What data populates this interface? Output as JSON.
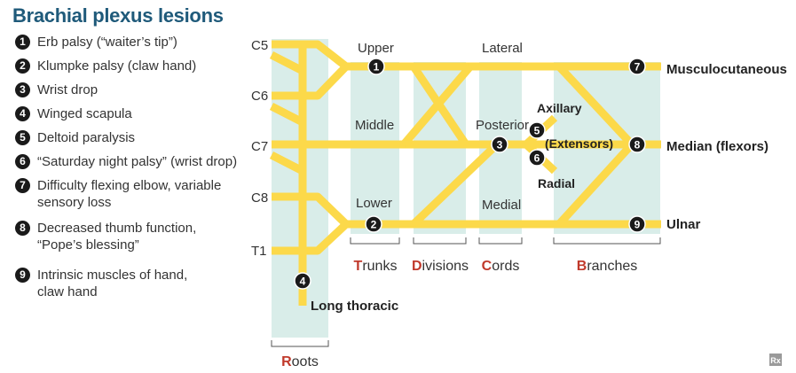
{
  "title": "Brachial plexus lesions",
  "legend": [
    {
      "num": "1",
      "text": "Erb palsy (“waiter’s tip”)"
    },
    {
      "num": "2",
      "text": "Klumpke palsy (claw hand)"
    },
    {
      "num": "3",
      "text": "Wrist drop"
    },
    {
      "num": "4",
      "text": "Winged scapula"
    },
    {
      "num": "5",
      "text": "Deltoid paralysis"
    },
    {
      "num": "6",
      "text": "“Saturday night palsy” (wrist drop)"
    },
    {
      "num": "7",
      "text": "Difficulty flexing elbow, variable\nsensory loss"
    },
    {
      "num": "8",
      "text": "Decreased thumb function,\n“Pope’s blessing”"
    },
    {
      "num": "9",
      "text": "Intrinsic muscles of hand,\nclaw hand"
    }
  ],
  "roots": [
    "C5",
    "C6",
    "C7",
    "C8",
    "T1"
  ],
  "trunks": {
    "upper": "Upper",
    "middle": "Middle",
    "lower": "Lower"
  },
  "cords": {
    "lateral": "Lateral",
    "posterior": "Posterior",
    "medial": "Medial"
  },
  "branches": {
    "axillary": "Axillary",
    "extensors": "(Extensors)",
    "radial": "Radial",
    "musculocutaneous": "Musculocutaneous",
    "median": "Median (flexors)",
    "ulnar": "Ulnar",
    "long_thoracic": "Long thoracic"
  },
  "sections": {
    "roots": {
      "initial": "R",
      "rest": "oots"
    },
    "trunks": {
      "initial": "T",
      "rest": "runks"
    },
    "divisions": {
      "initial": "D",
      "rest": "ivisions"
    },
    "cords": {
      "initial": "C",
      "rest": "ords"
    },
    "branches": {
      "initial": "B",
      "rest": "ranches"
    }
  },
  "badges": [
    "1",
    "2",
    "3",
    "4",
    "5",
    "6",
    "7",
    "8",
    "9"
  ],
  "logo": "Rx",
  "colors": {
    "nerve": "#fcd94a",
    "band": "#d9ede9",
    "title": "#1f5a7a",
    "accent": "#c0392b",
    "badge": "#1a1a1a"
  }
}
